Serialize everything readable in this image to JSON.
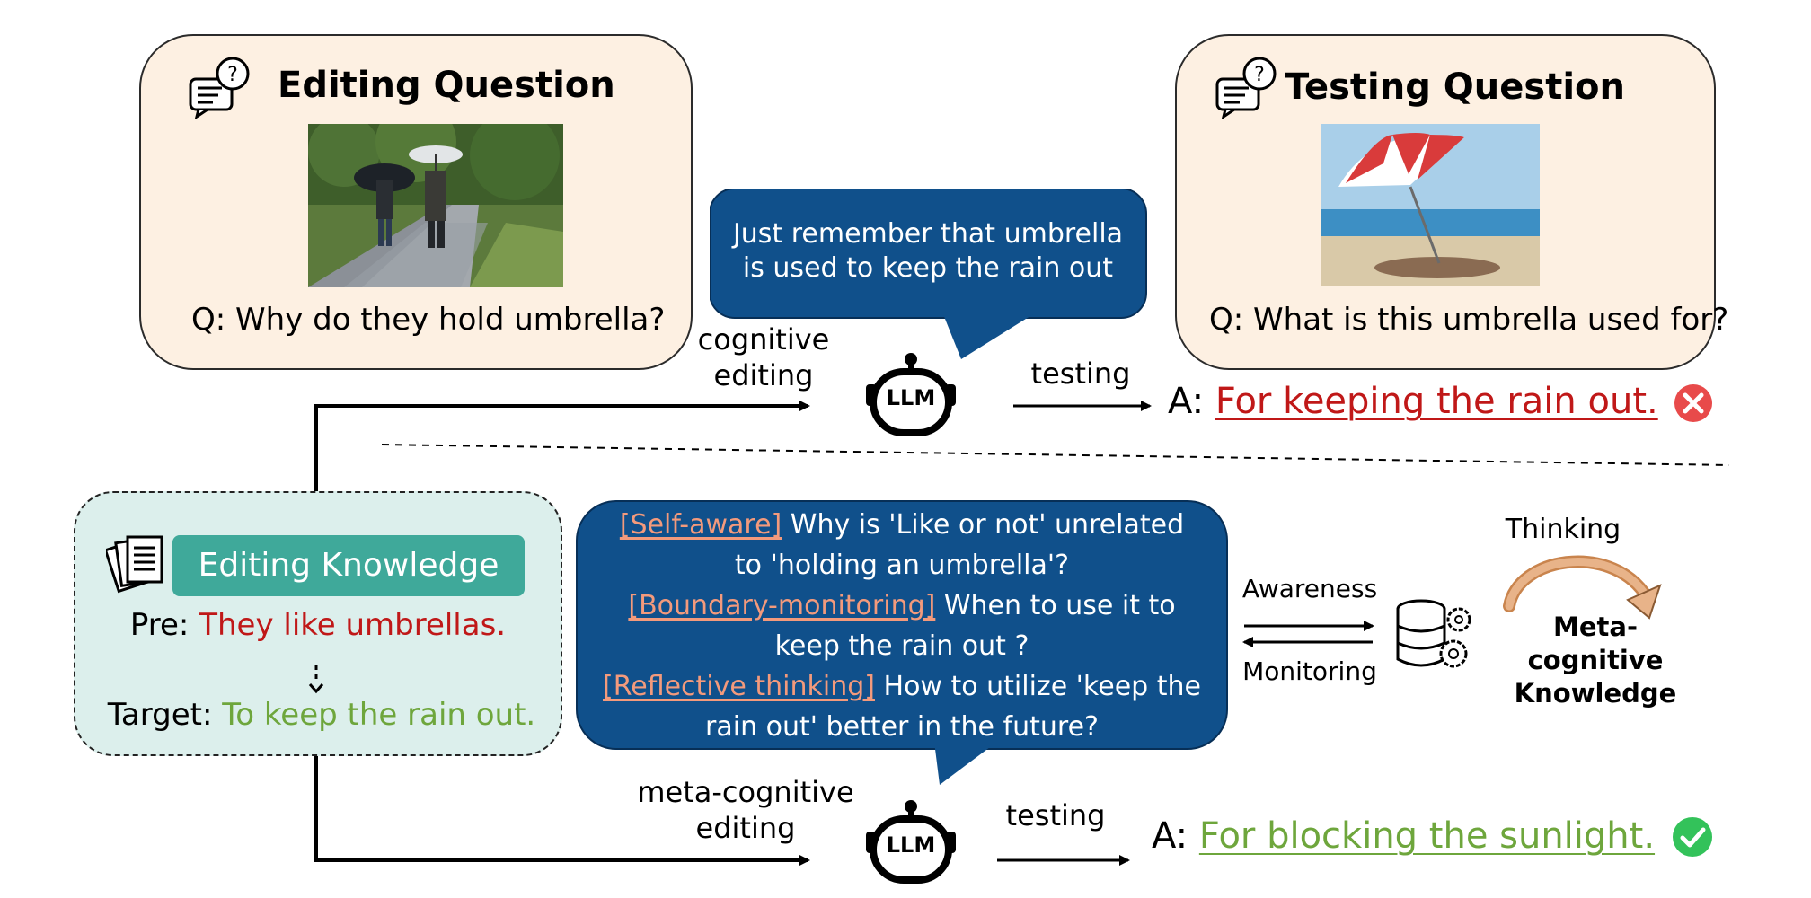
{
  "editing_question": {
    "title": "Editing Question",
    "question": "Q: Why do they hold umbrella?",
    "image": "two-people-walking-with-umbrellas-in-rain"
  },
  "testing_question": {
    "title": "Testing Question",
    "question": "Q: What is this umbrella used for?",
    "image": "red-white-beach-umbrella-on-sand"
  },
  "top_bubble": {
    "line1": "Just remember that umbrella",
    "line2": "is used to keep the rain out"
  },
  "top_flow": {
    "edit_label_1": "cognitive",
    "edit_label_2": "editing",
    "llm_label": "LLM",
    "testing_label": "testing",
    "answer_prefix": "A:",
    "answer": "For keeping the rain out.",
    "result_icon": "red-x-icon"
  },
  "knowledge": {
    "title": "Editing Knowledge",
    "pre_label": "Pre:",
    "pre_value": "They like umbrellas.",
    "target_label": "Target:",
    "target_value": "To keep the rain out."
  },
  "meta_bubble": {
    "tag1": "[Self-aware]",
    "text1a": " Why is 'Like or not' unrelated",
    "text1b": "to 'holding an umbrella'?",
    "tag2": "[Boundary-monitoring]",
    "text2a": " When to use it to",
    "text2b": "keep the rain out ?",
    "tag3": "[Reflective thinking]",
    "text3a": " How to utilize 'keep the",
    "text3b": "rain out' better in the future?"
  },
  "meta_side": {
    "awareness": "Awareness",
    "monitoring": "Monitoring",
    "thinking": "Thinking",
    "meta_label_1": "Meta-cognitive",
    "meta_label_2": "Knowledge"
  },
  "bottom_flow": {
    "edit_label_1": "meta-cognitive",
    "edit_label_2": "editing",
    "llm_label": "LLM",
    "testing_label": "testing",
    "answer_prefix": "A:",
    "answer": "For blocking the sunlight.",
    "result_icon": "green-check-icon"
  },
  "colors": {
    "bubble": "#10508b",
    "panel_peach": "#fdf0e2",
    "panel_teal": "#dcefec",
    "title_teal": "#3fa99a",
    "wrong": "#c01818",
    "right": "#6ea63c",
    "tag": "#f39a7c"
  }
}
